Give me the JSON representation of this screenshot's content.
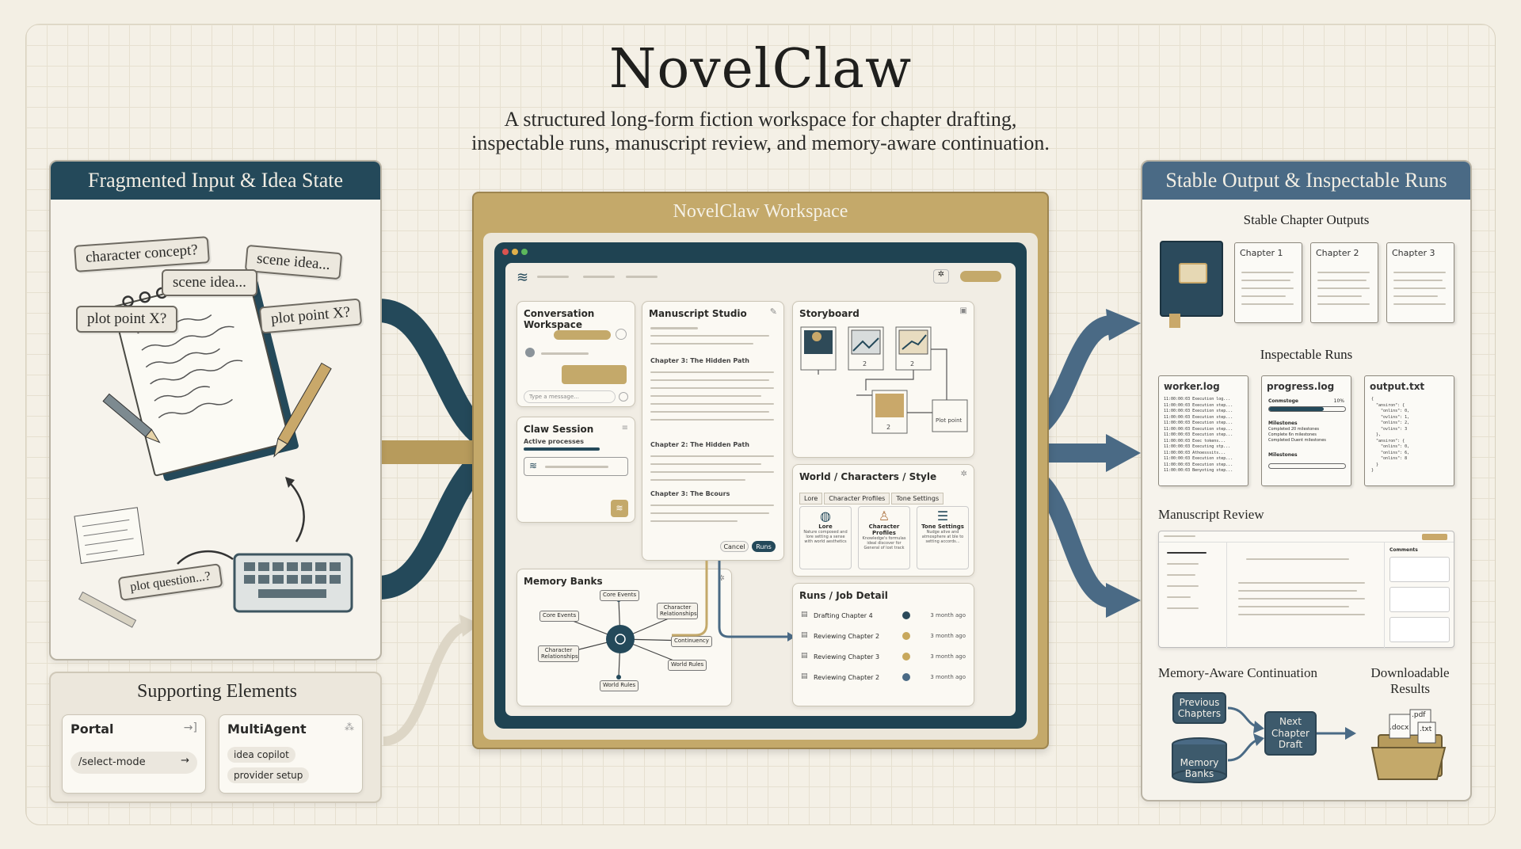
{
  "title": "NovelClaw",
  "subtitle_line1": "A structured long-form fiction workspace for chapter drafting,",
  "subtitle_line2": "inspectable runs, manuscript review, and memory-aware continuation.",
  "colors": {
    "teal": "#24495a",
    "slate": "#4a6a85",
    "gold": "#b79b5c",
    "cream": "#f3efe4"
  },
  "left_panel": {
    "title": "Fragmented Input & Idea State",
    "bubbles": [
      "character concept?",
      "scene idea...",
      "scene idea...",
      "plot point X?",
      "plot point X?",
      "plot question...?"
    ]
  },
  "supporting": {
    "title": "Supporting Elements",
    "portal": {
      "title": "Portal",
      "action": "/select-mode"
    },
    "multiagent": {
      "title": "MultiAgent",
      "items": [
        "idea copilot",
        "provider setup"
      ]
    }
  },
  "workspace": {
    "title": "NovelClaw Workspace",
    "conversation": {
      "title": "Conversation Workspace",
      "placeholder": "Type a message..."
    },
    "claw": {
      "title": "Claw Session",
      "sub": "Active processes"
    },
    "manuscript": {
      "title": "Manuscript Studio",
      "chapters": [
        "Chapter 3: The Hidden Path",
        "Chapter 2: The Hidden Path",
        "Chapter 3: The Bcours"
      ],
      "cancel": "Cancel",
      "run": "Runs"
    },
    "storyboard": {
      "title": "Storyboard",
      "nums": [
        "2",
        "2",
        "2"
      ],
      "plot": "Plot point"
    },
    "world": {
      "title": "World / Characters / Style",
      "tabs": [
        "Lore",
        "Character Profiles",
        "Tone Settings"
      ],
      "cards": [
        {
          "name": "Lore",
          "desc": "Nature composed and lore setting a sense with world aesthetics"
        },
        {
          "name": "Character Profiles",
          "desc": "Knowledge's formulas ideal discover for General of lost track"
        },
        {
          "name": "Tone Settings",
          "desc": "Nudge alive and atmosphere at ble to setting accords..."
        }
      ]
    },
    "memory": {
      "title": "Memory Banks",
      "nodes": [
        "Core Events",
        "Core Events",
        "Character Relationships",
        "Character Relationships",
        "Continuency",
        "World Rules",
        "World Rules"
      ]
    },
    "runs": {
      "title": "Runs / Job Detail",
      "rows": [
        {
          "label": "Drafting Chapter 4",
          "time": "3 month ago",
          "status": "#2b4a5a"
        },
        {
          "label": "Reviewing Chapter 2",
          "time": "3 month ago",
          "status": "#c8a85c"
        },
        {
          "label": "Reviewing Chapter 3",
          "time": "3 month ago",
          "status": "#c8a85c"
        },
        {
          "label": "Reviewing Chapter 2",
          "time": "3 month ago",
          "status": "#4a6a85"
        }
      ]
    }
  },
  "right_panel": {
    "title": "Stable Output & Inspectable Runs",
    "stable_title": "Stable Chapter Outputs",
    "chapters": [
      "Chapter 1",
      "Chapter 2",
      "Chapter 3"
    ],
    "inspect_title": "Inspectable Runs",
    "worker": {
      "name": "worker.log",
      "lines": [
        "11:00:00:03 Execution log...",
        "11:00:00:03 Execution step...",
        "11:00:00:03 Execution step...",
        "11:00:00:03 Execution step...",
        "11:00:00:03 Execution step...",
        "11:00:00:03 Execution step...",
        "11:00:00:03 Execution step...",
        "11:00:00:03 Exec tokens...",
        "11:00:00:03 Executing stp...",
        "11:00:00:03 Athoesssits...",
        "11:00:00:03 Execution step...",
        "11:00:00:03 Execution step...",
        "11:00:00:03 Benyoting step..."
      ]
    },
    "progress": {
      "name": "progress.log",
      "label": "Conmstoge",
      "pct": "10%",
      "pct_value": 0.72,
      "milestones": "Milestones",
      "m_items": [
        "Completed 20 milestones",
        "Complete 6n milestones",
        "Completed Duent milestones"
      ],
      "m2": "Milestones"
    },
    "output": {
      "name": "output.txt",
      "lines": [
        "{",
        "  \"ansiron\": {",
        "    \"onlins\": 0,",
        "    \"ovlins\": 1,",
        "    \"onlins\": 2,",
        "    \"ovlins\": 3",
        "  },",
        "  \"ansiron\": {",
        "    \"onlins\": 0,",
        "    \"onlins\": 6,",
        "    \"onlins\": 8",
        "  }",
        "}"
      ]
    },
    "review_title": "Manuscript Review",
    "review": {
      "comments": "Comments"
    },
    "memory_title": "Memory-Aware Continuation",
    "download_title_1": "Downloadable",
    "download_title_2": "Results",
    "prev": "Previous Chapters",
    "banks": "Memory Banks",
    "next": "Next Chapter Draft",
    "files": [
      ".pdf",
      ".docx",
      ".txt"
    ]
  }
}
